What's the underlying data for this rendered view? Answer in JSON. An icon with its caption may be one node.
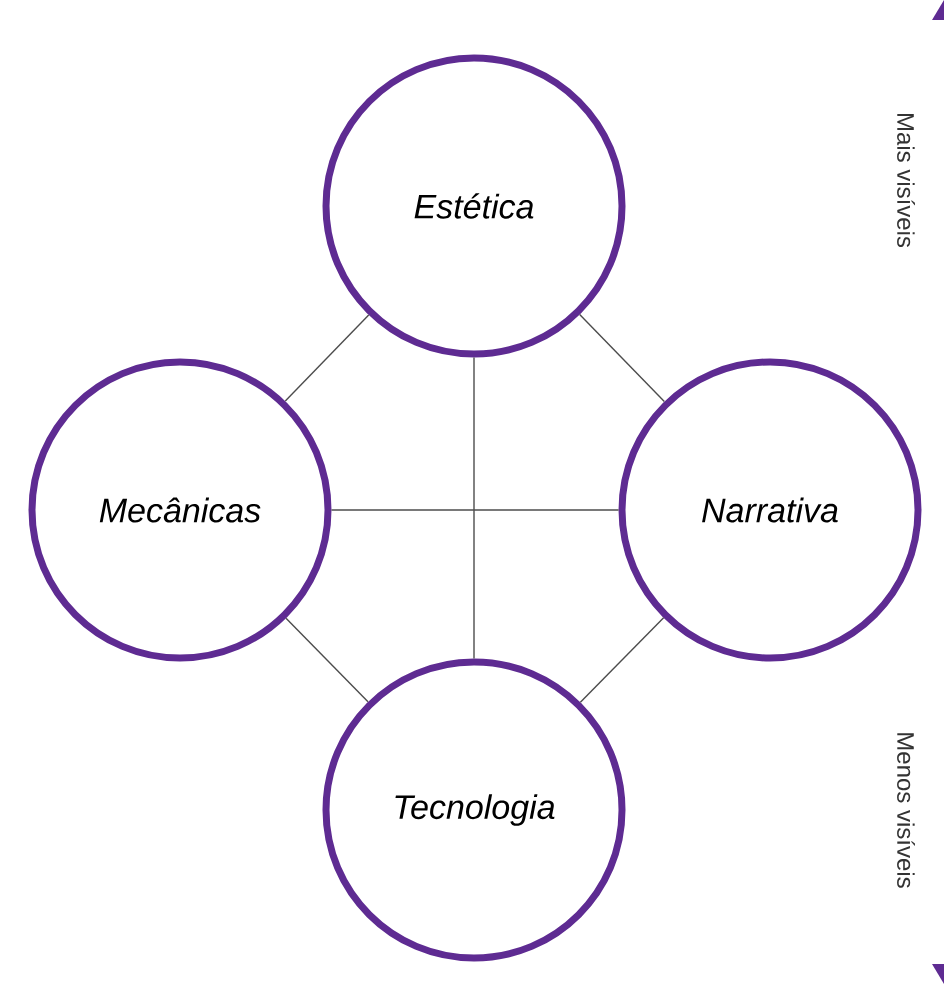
{
  "diagram": {
    "nodes": [
      {
        "text": [
          "Estética"
        ]
      },
      {
        "text": [
          "Mecânicas"
        ]
      },
      {
        "text": [
          "Narrativa"
        ]
      },
      {
        "text": [
          "Tecnologia"
        ]
      }
    ],
    "edges": [
      {
        "from": 0,
        "to": 1,
        "arrow": "none"
      },
      {
        "from": 0,
        "to": 2,
        "arrow": "none"
      },
      {
        "from": 0,
        "to": 3,
        "arrow": "none"
      },
      {
        "from": 1,
        "to": 2,
        "arrow": "none"
      },
      {
        "from": 1,
        "to": 3,
        "arrow": "none"
      },
      {
        "from": 2,
        "to": 3,
        "arrow": "none"
      }
    ],
    "labels": [
      "Mais visíveis",
      "Menos visíveis"
    ]
  }
}
